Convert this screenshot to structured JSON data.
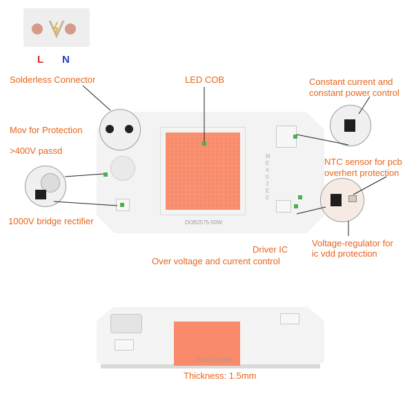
{
  "connector": {
    "live_label": "L",
    "neutral_label": "N",
    "live_color": "#d62828",
    "neutral_color": "#1f3fbf"
  },
  "labels": {
    "solderless_connector": "Solderless Connector",
    "mov_protection": "Mov for Protection",
    "passed_400v": ">400V passd",
    "bridge_rectifier": "1000V bridge rectifier",
    "led_cob": "LED COB",
    "constant_current": "Constant current and",
    "constant_power": "constant power control",
    "ntc_sensor": "NTC sensor for pcb",
    "overheat": "overhert protection",
    "driver_ic": "Driver IC",
    "over_voltage": "Over voltage and current control",
    "regulator": "Voltage-regulator for",
    "ic_vdd": "ic vdd protection",
    "thickness": "Thickness: 1.5mm"
  },
  "board": {
    "model": "DOB2575-50W",
    "model_side": "DOB2575-50W"
  },
  "colors": {
    "label": "#e8631a",
    "led": "#f98b6a",
    "indicator": "#4caf50"
  }
}
